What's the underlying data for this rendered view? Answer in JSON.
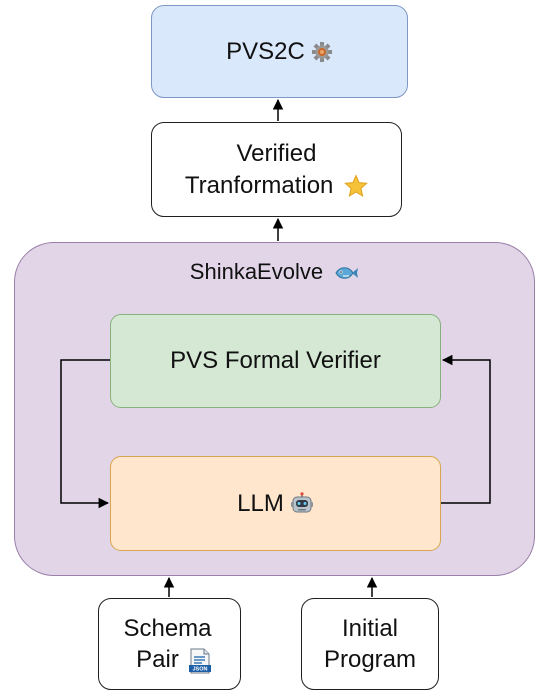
{
  "nodes": {
    "pvs2c": {
      "label": "PVS2C",
      "icon": "gear-icon"
    },
    "verified": {
      "line1": "Verified",
      "line2": "Tranformation",
      "icon": "star-icon"
    },
    "shinka": {
      "label": "ShinkaEvolve",
      "icon": "fish-icon"
    },
    "pvs_formal_verifier": {
      "label": "PVS Formal Verifier"
    },
    "llm": {
      "label": "LLM",
      "icon": "robot-icon"
    },
    "schema_pair": {
      "line1": "Schema",
      "line2": "Pair",
      "icon": "json-file-icon",
      "icon_text": "JSON"
    },
    "initial_program": {
      "line1": "Initial",
      "line2": "Program"
    }
  },
  "colors": {
    "pvs2c_fill": "#dae8fc",
    "shinka_fill": "#e1d5e7",
    "verifier_fill": "#d5e8d4",
    "llm_fill": "#ffe6cc"
  }
}
